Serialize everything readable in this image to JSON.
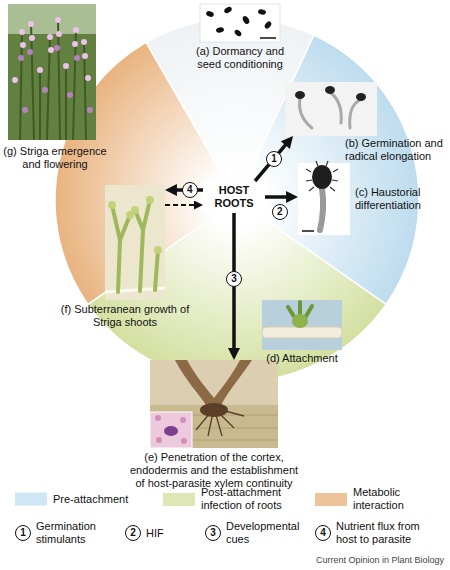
{
  "diagram": {
    "nodes": [
      {
        "text": [
          "(a) Dormancy and seed conditioning"
        ]
      },
      {
        "text": [
          "(b) Germination and radical elongation"
        ]
      },
      {
        "text": [
          "(c) Haustorial differentiation"
        ]
      },
      {
        "text": [
          "(d) Attachment"
        ]
      },
      {
        "text": [
          "(e) Penetration of the cortex, endodermis and the establishment of host-parasite xylem continuity"
        ]
      },
      {
        "text": [
          "(f) Subterranean growth of Striga shoots"
        ]
      },
      {
        "text": [
          "(g) Striga emergence and flowering"
        ]
      },
      {
        "text": [
          "HOST ROOTS"
        ]
      }
    ],
    "edges": [
      {
        "from": 7,
        "to": 1,
        "label": "1",
        "arrow": "to"
      },
      {
        "from": 7,
        "to": 2,
        "label": "2",
        "arrow": "to"
      },
      {
        "from": 7,
        "to": 4,
        "label": "3",
        "arrow": "to"
      },
      {
        "from": 7,
        "to": 5,
        "label": "4",
        "arrow": "to"
      },
      {
        "from": 5,
        "to": 7,
        "arrow": "to"
      }
    ],
    "labels": [
      "1",
      "2",
      "3",
      "4",
      "Current Opinion in Plant Biology"
    ],
    "legend": [
      {
        "text": "Pre-attachment",
        "color": "#cfe6f4"
      },
      {
        "text": "Post-attachment infection of roots",
        "color": "#dde7b5"
      },
      {
        "text": "Metabolic interaction",
        "color": "#eec39a"
      },
      {
        "text": "Germination stimulants"
      },
      {
        "text": "HIF"
      },
      {
        "text": "Developmental cues"
      },
      {
        "text": "Nutrient flux from host to parasite"
      }
    ]
  }
}
